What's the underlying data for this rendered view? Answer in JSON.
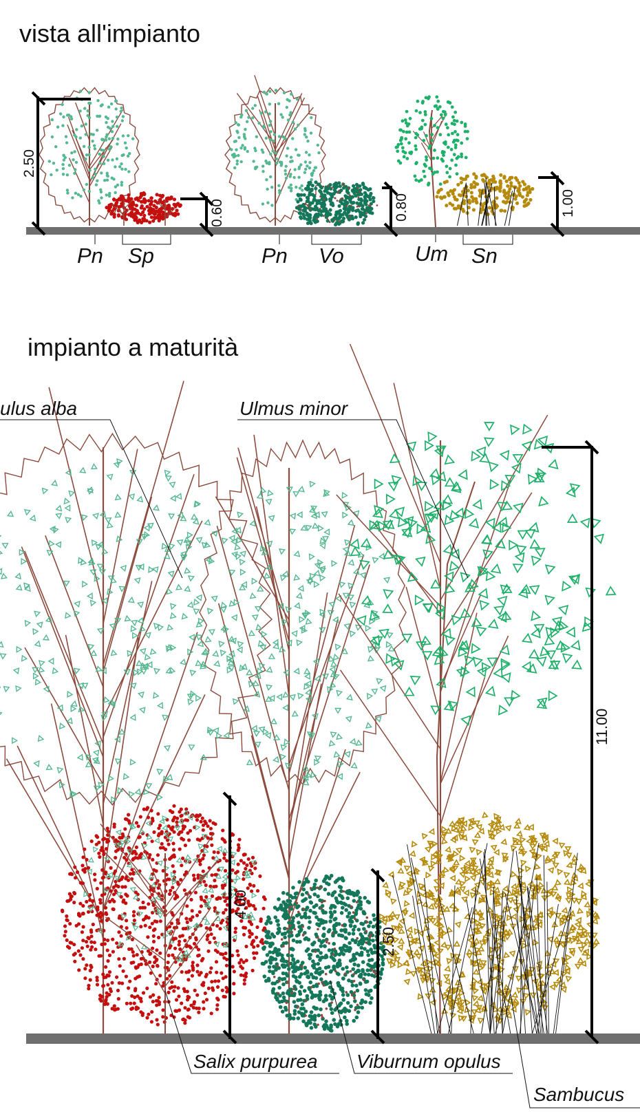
{
  "planting_view": {
    "title": "vista all'impianto",
    "dimensions": [
      "2.50",
      "0.60",
      "0.80",
      "1.00"
    ],
    "species_codes": [
      "Pn",
      "Sp",
      "Pn",
      "Vo",
      "Um",
      "Sn"
    ]
  },
  "mature_view": {
    "title": "impianto a maturità",
    "dimensions": [
      "11.00",
      "4.00",
      "2.50"
    ],
    "species_labels": [
      "ulus alba",
      "Ulmus minor",
      "Salix purpurea",
      "Viburnum opulus",
      "Sambucus"
    ]
  },
  "colors": {
    "ground": "#6f6f6f",
    "trunk": "#8b4a3c",
    "populus_foliage": "#55b891",
    "ulmus_foliage": "#1fb06a",
    "salix": "#c40f0f",
    "viburnum": "#15775a",
    "sambucus": "#b68a0a"
  }
}
